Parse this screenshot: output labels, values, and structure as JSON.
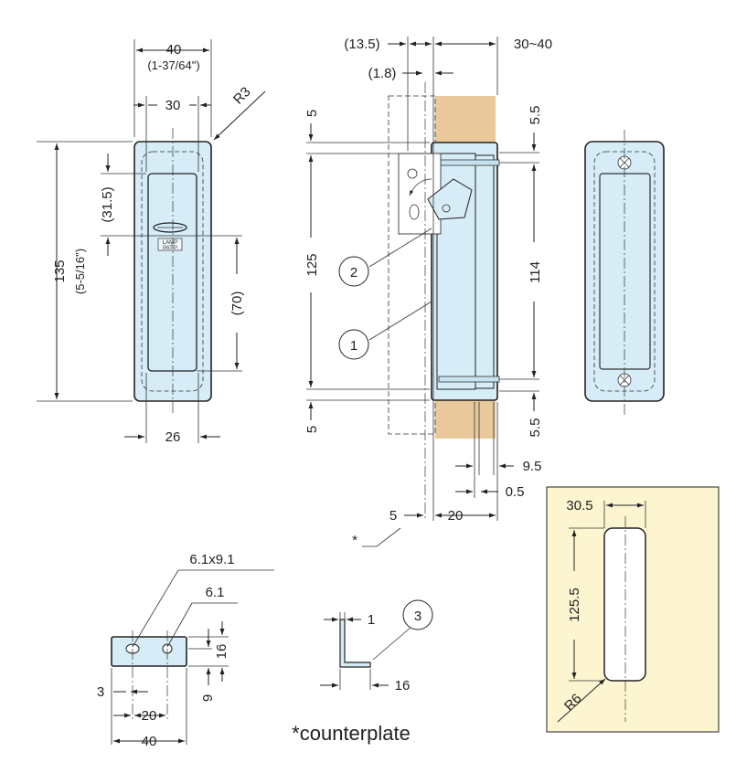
{
  "front_view": {
    "width": "40",
    "width_inch": "(1-37/64\")",
    "inner_width": "30",
    "corner_radius": "R3",
    "height": "135",
    "height_inch": "(5-5/16\")",
    "grip_offset": "(31.5)",
    "grip_length": "(70)",
    "bottom_width": "26",
    "logo_top": "LAMP",
    "logo_bottom": "PAT.P"
  },
  "side_view": {
    "flange_offset": "(13.5)",
    "door_thickness": "30~40",
    "lip": "(1.8)",
    "top_gap": "5",
    "top_gap_right": "5.5",
    "body_height": "125",
    "hole_pitch": "114",
    "bottom_gap": "5",
    "bottom_gap_right": "5.5",
    "depth_a": "9.5",
    "depth_b": "0.5",
    "counter_offset": "5",
    "depth_total": "20",
    "callout_1": "1",
    "callout_2": "2",
    "asterisk": "*"
  },
  "counterplate": {
    "slot": "6.1x9.1",
    "hole": "6.1",
    "height": "16",
    "hole_height": "9",
    "edge": "3",
    "pitch": "20",
    "length": "40",
    "caption": "*counterplate"
  },
  "bracket": {
    "thickness": "1",
    "leg": "16",
    "callout_3": "3"
  },
  "cutout": {
    "width": "30.5",
    "height": "125.5",
    "radius": "R6"
  },
  "colors": {
    "part_fill": "#d6ecf6",
    "wood": "#e9c89b",
    "cutout_panel": "#fdf5d0",
    "line": "#222222"
  }
}
